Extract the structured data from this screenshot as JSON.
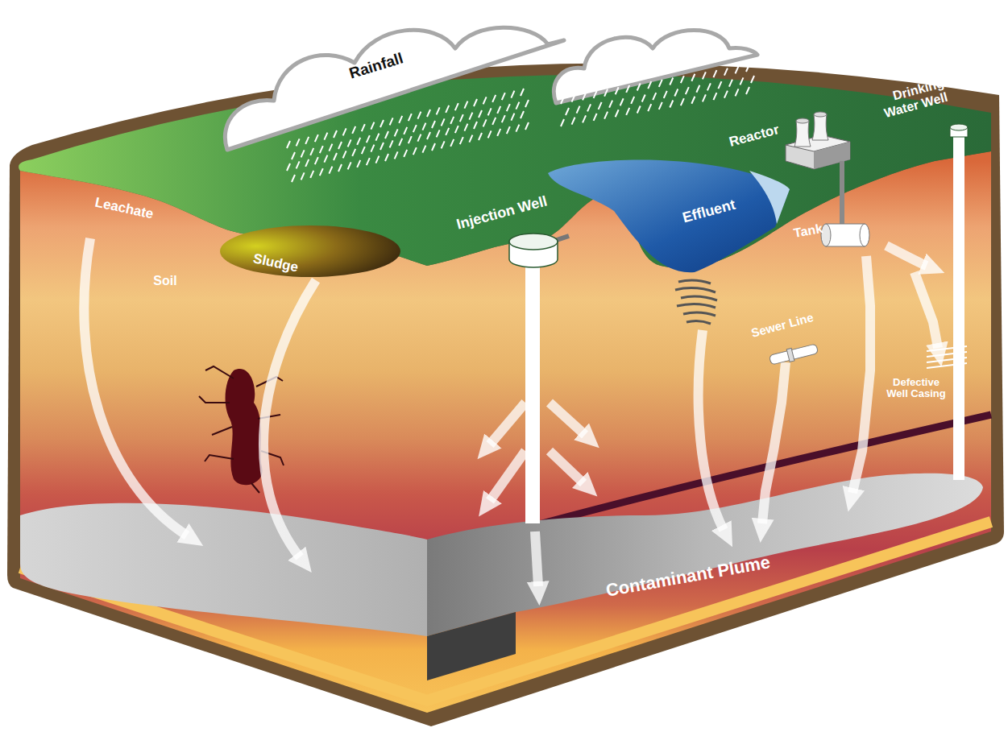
{
  "diagram": {
    "labels": [
      "Rainfall",
      "Drinking Water Well",
      "Reactor",
      "Leachate",
      "Injection Well",
      "Effluent",
      "Tank",
      "Soil",
      "Sludge",
      "Sewer Line",
      "Defective Well Casing",
      "Contaminant Plume"
    ]
  }
}
